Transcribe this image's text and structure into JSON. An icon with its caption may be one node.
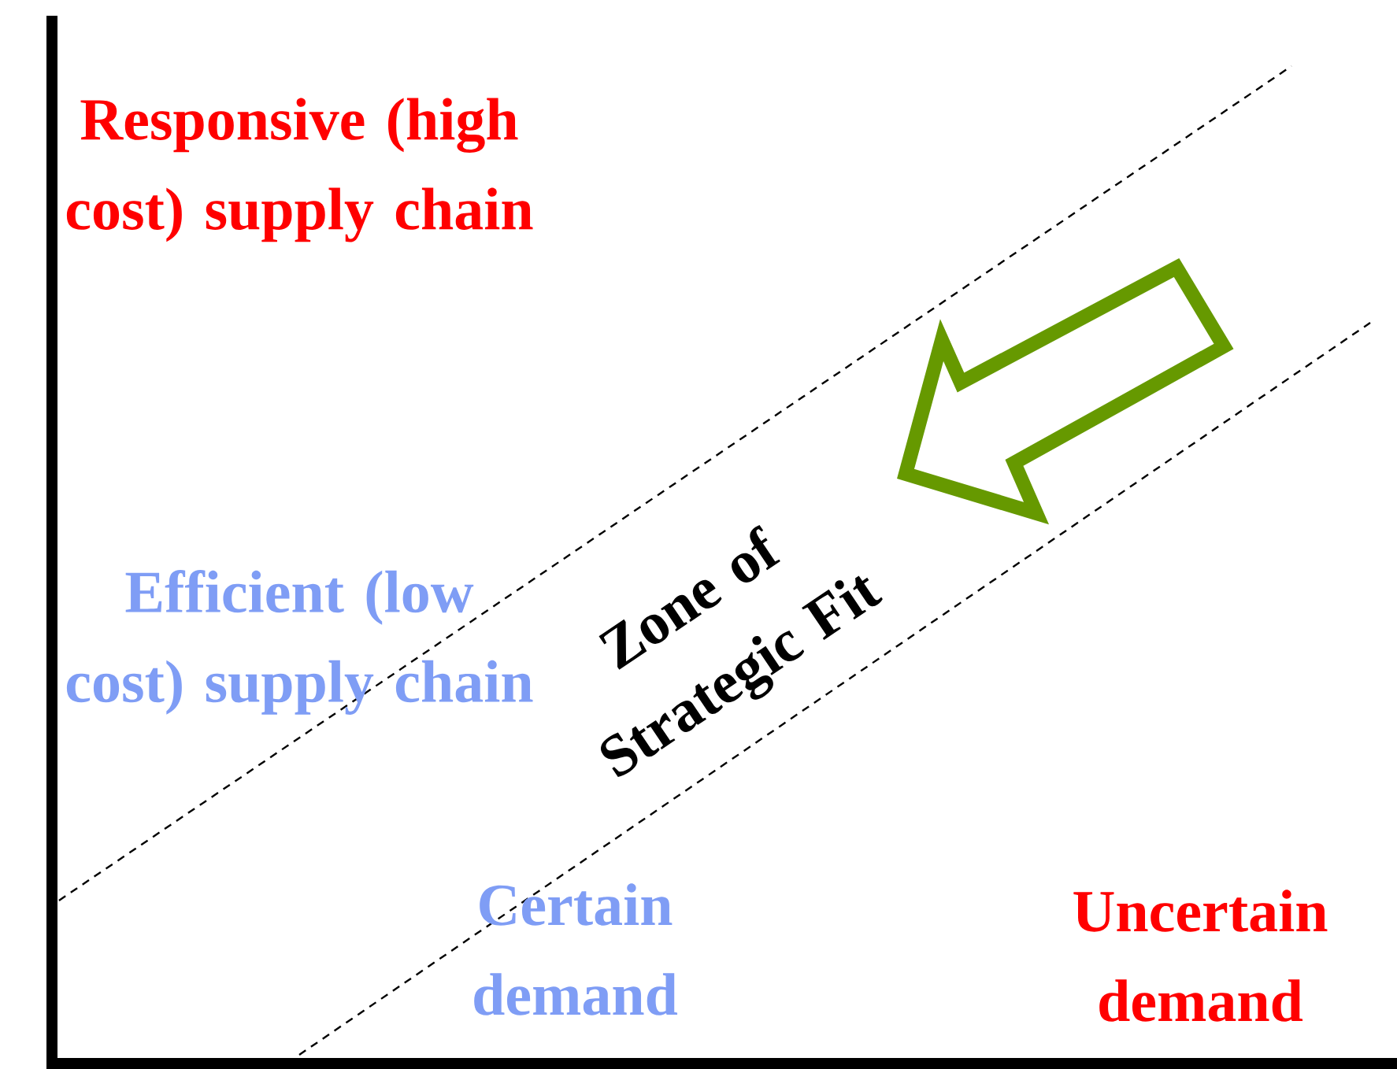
{
  "diagram": {
    "labels": [
      "Responsive (high cost) supply chain",
      "Efficient (low cost) supply chain",
      "Zone of Strategic Fit",
      "Certain demand",
      "Uncertain demand"
    ]
  }
}
